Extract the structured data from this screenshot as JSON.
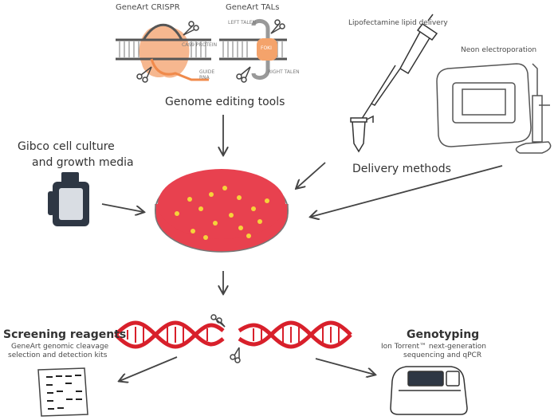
{
  "labels": {
    "crispr_title": "GeneArt   CRISPR",
    "talens_title": "GeneArt   TALs",
    "cas9_protein": "CAS9 PROTEIN",
    "guide_rna_1": "GUIDE",
    "guide_rna_2": "RNA",
    "left_talen": "LEFT TALEN",
    "right_talen": "RIGHT TALEN",
    "foki": "FOKI",
    "genome_editing_tools": "Genome editing tools",
    "lipofectamine": "Lipofectamine   lipid delivery",
    "neon": "Neon   electroporation",
    "delivery_methods": "Delivery methods",
    "gibco_line1": "Gibco    cell culture",
    "gibco_line2": "and growth media",
    "screening_title": "Screening reagents",
    "screening_line1": "GeneArt   genomic cleavage",
    "screening_line2": "selection and detection kits",
    "genotyping_title": "Genotyping",
    "genotyping_line1": "Ion Torrent™ next-generation",
    "genotyping_line2": "sequencing and qPCR"
  },
  "colors": {
    "dish_red": "#e8414f",
    "colony_yellow": "#f5d33a",
    "dna_red": "#d8202b",
    "cas9_orange": "#f6b78f",
    "fok_orange": "#f4a36b",
    "line_gray": "#444444"
  }
}
